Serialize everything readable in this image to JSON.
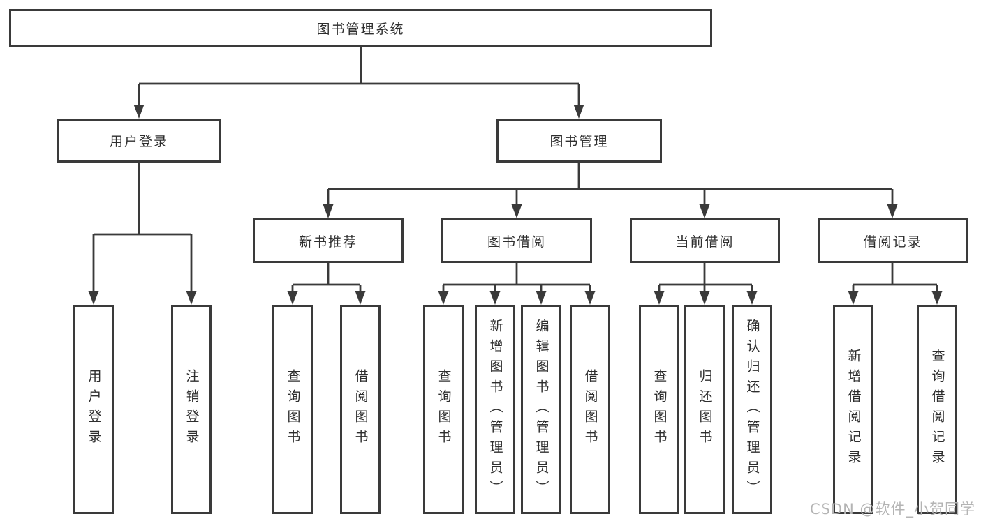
{
  "root": {
    "label": "图书管理系统"
  },
  "level2": [
    {
      "label": "用户登录"
    },
    {
      "label": "图书管理"
    }
  ],
  "level3": [
    {
      "label": "新书推荐"
    },
    {
      "label": "图书借阅"
    },
    {
      "label": "当前借阅"
    },
    {
      "label": "借阅记录"
    }
  ],
  "leaves": {
    "user_login": [
      {
        "label": "用户登录"
      },
      {
        "label": "注销登录"
      }
    ],
    "new_book_rec": [
      {
        "label": "查询图书"
      },
      {
        "label": "借阅图书"
      }
    ],
    "book_borrow": [
      {
        "label": "查询图书"
      },
      {
        "label": "新增图书（管理员）"
      },
      {
        "label": "编辑图书（管理员）"
      },
      {
        "label": "借阅图书"
      }
    ],
    "current_borrow": [
      {
        "label": "查询图书"
      },
      {
        "label": "归还图书"
      },
      {
        "label": "确认归还（管理员）"
      }
    ],
    "borrow_records": [
      {
        "label": "新增借阅记录"
      },
      {
        "label": "查询借阅记录"
      }
    ]
  },
  "watermark": "CSDN @软件_小贺同学",
  "colors": {
    "line": "#3a3a3a",
    "box_border": "#3a3a3a",
    "box_fill": "#ffffff",
    "text": "#2e2e2e",
    "watermark": "#b4b4b4"
  }
}
